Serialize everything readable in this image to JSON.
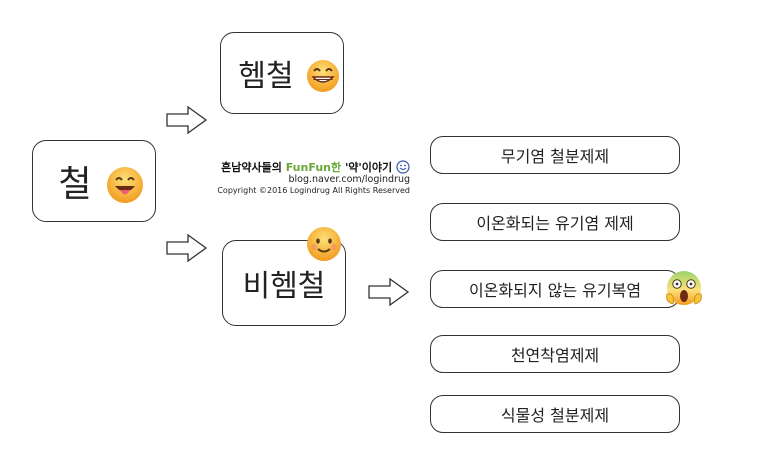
{
  "diagram": {
    "root": {
      "label": "철",
      "emoji": "grinning-tongue-face-icon"
    },
    "branches": [
      {
        "label": "헴철",
        "emoji": "grinning-face-icon"
      },
      {
        "label": "비헴철",
        "emoji": "smiling-face-icon"
      }
    ],
    "nonheme_items": [
      {
        "label": "무기염 철분제제"
      },
      {
        "label": "이온화되는 유기염 제제"
      },
      {
        "label": "이온화되지 않는 유기복염",
        "emoji": "screaming-face-icon"
      },
      {
        "label": "천연착염제제"
      },
      {
        "label": "식물성 철분제제"
      }
    ]
  },
  "watermark": {
    "title_prefix": "흔남약사들의 ",
    "title_fun": "FunFun한",
    "title_suffix": " '약'이야기",
    "url": "blog.naver.com/logindrug",
    "copyright": "Copyright ©2016 Logindrug All Rights Reserved"
  },
  "colors": {
    "emoji_yellow": "#f8c338",
    "emoji_orange": "#f29b1d",
    "screaming_green": "#9bd36a",
    "border": "#333333"
  }
}
